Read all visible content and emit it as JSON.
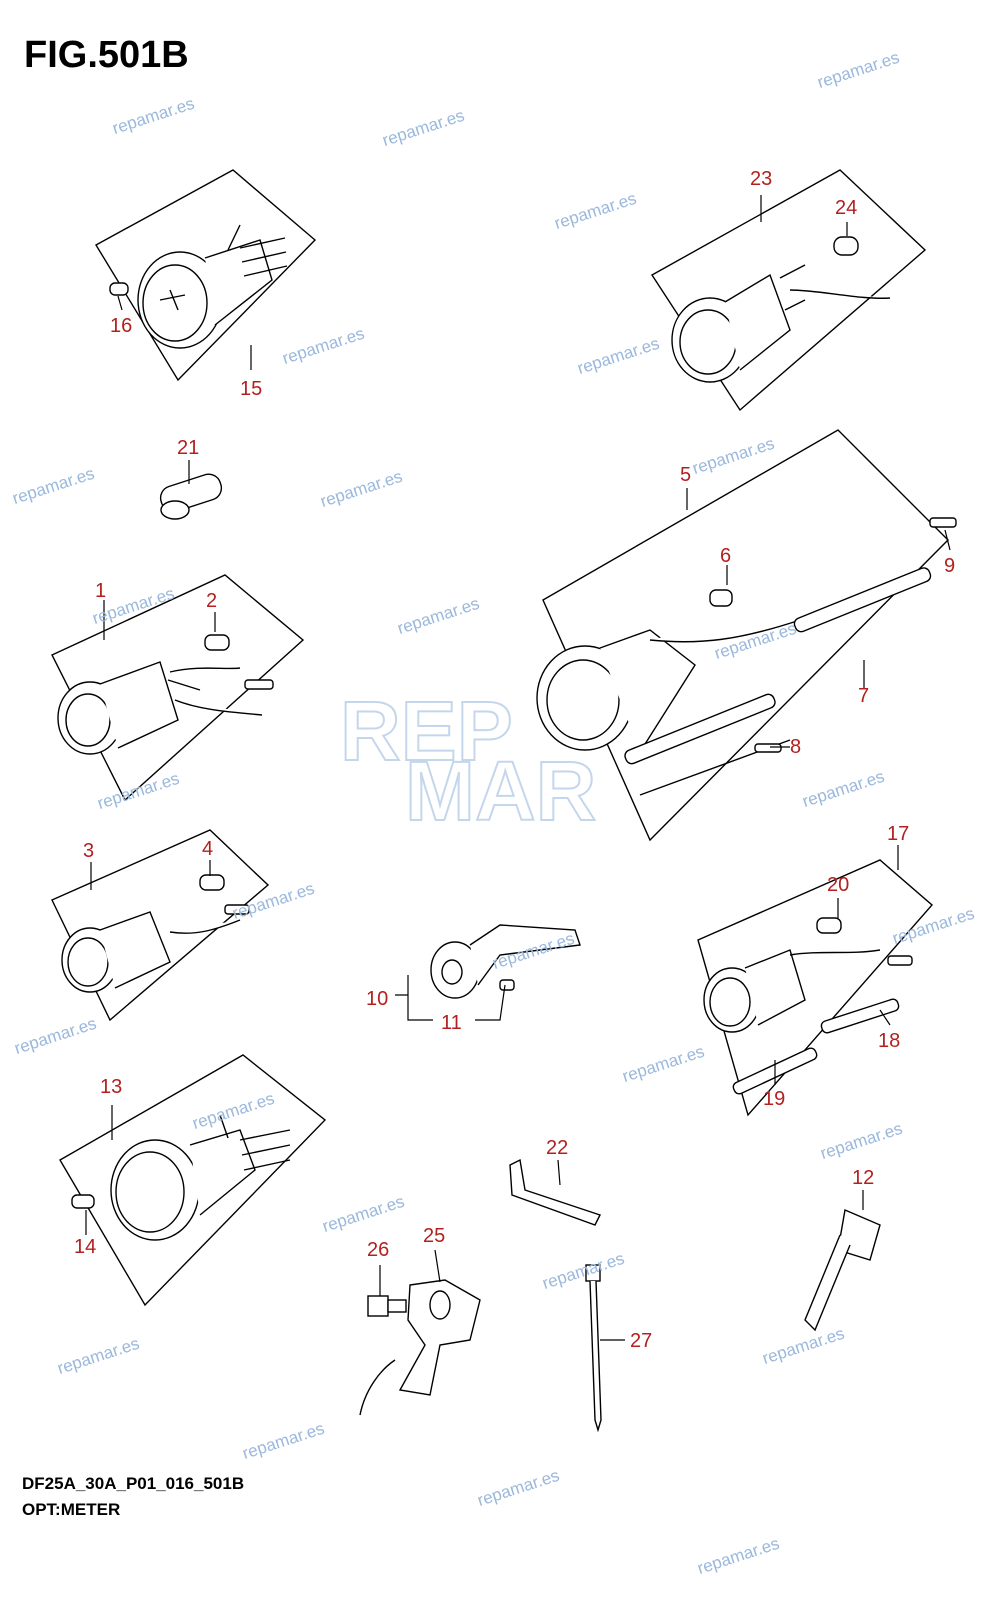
{
  "header": {
    "title": "FIG.501B"
  },
  "footer": {
    "model": "DF25A_30A_P01_016_501B",
    "section": "OPT:METER"
  },
  "watermark": {
    "text": "repamar.es",
    "logo_top": "REP",
    "logo_bottom": "MAR"
  },
  "callouts": [
    "1",
    "2",
    "3",
    "4",
    "5",
    "6",
    "7",
    "8",
    "9",
    "10",
    "11",
    "12",
    "13",
    "14",
    "15",
    "16",
    "17",
    "18",
    "19",
    "20",
    "21",
    "22",
    "23",
    "24",
    "25",
    "26",
    "27"
  ],
  "colors": {
    "callout": "#b32020",
    "line": "#000000",
    "watermark": "#9ab8dd"
  }
}
